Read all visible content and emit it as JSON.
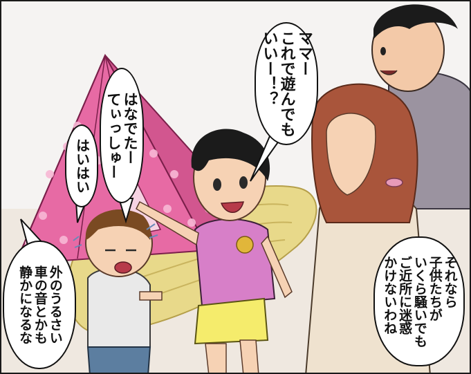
{
  "panel": {
    "speech": {
      "mama": "ママー\nこれで遊んでも\nいいー！？",
      "hanadetai": "はなでたー\nてぃっしゅー",
      "haihai": "はいはい",
      "soto": "外のうるさい\n車の音とかも\n静かになるな",
      "sorenara": "それなら\n子供たちが\nいくら騒いでも\nご近所に迷惑\nかけないわね"
    }
  },
  "colors": {
    "background": "#f4f2f1",
    "tent": "#e76aa4",
    "mat": "#e8d98a",
    "girl_shirt": "#d77fc8",
    "girl_shorts": "#f5ec6c",
    "boy_shirt": "#e9e9e9",
    "woman_hair": "#a9553b",
    "man_shirt": "#9b93a0"
  }
}
